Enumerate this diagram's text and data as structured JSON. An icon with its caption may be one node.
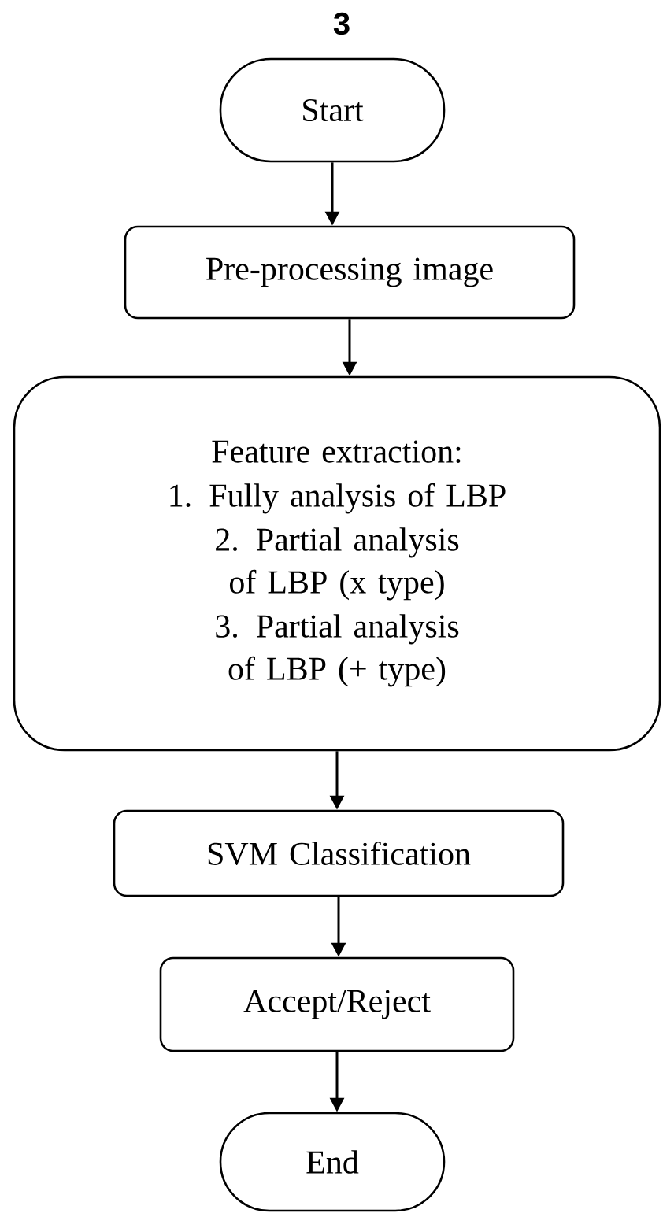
{
  "diagram": {
    "nodes": [
      {
        "text": [
          "Start"
        ]
      },
      {
        "text": [
          "Pre-processing image"
        ]
      },
      {
        "text": [
          "Feature extraction:",
          "1. Fully analysis of LBP",
          "2. Partial analysis of LBP (x type)",
          "3. Partial analysis of LBP (+ type)"
        ]
      },
      {
        "text": [
          "SVM Classification"
        ]
      },
      {
        "text": [
          "Accept/Reject"
        ]
      },
      {
        "text": [
          "End"
        ]
      }
    ],
    "edges": [
      {
        "from": 0,
        "to": 1,
        "arrow": "to"
      },
      {
        "from": 1,
        "to": 2,
        "arrow": "to"
      },
      {
        "from": 2,
        "to": 3,
        "arrow": "to"
      },
      {
        "from": 3,
        "to": 4,
        "arrow": "to"
      },
      {
        "from": 4,
        "to": 5,
        "arrow": "to"
      }
    ],
    "labels": [
      "3"
    ]
  }
}
